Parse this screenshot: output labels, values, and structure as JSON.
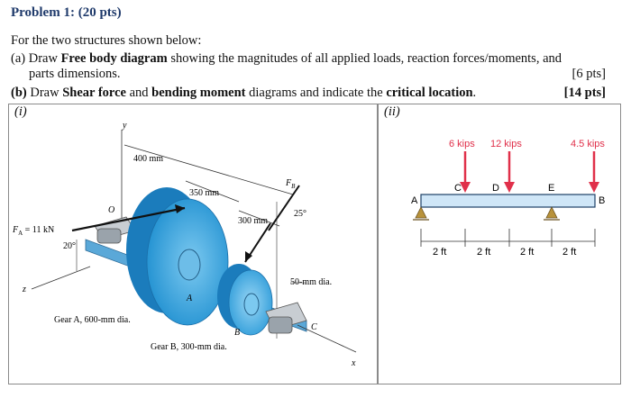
{
  "header": {
    "title": "Problem 1: (20 pts)"
  },
  "intro": "For the two structures shown below:",
  "part_a": {
    "label": "(a)",
    "pre": "Draw ",
    "bold": "Free body diagram",
    "rest": " showing the magnitudes of all applied loads, reaction forces/moments, and",
    "line2": "parts dimensions.",
    "points": "[6 pts]"
  },
  "part_b": {
    "label": "(b)",
    "pre": " Draw ",
    "bold1": "Shear force",
    "mid": " and ",
    "bold2": "bending moment",
    "mid2": " diagrams and indicate the ",
    "bold3": "critical location",
    "end": ".",
    "points": "[14 pts]"
  },
  "figure_i": {
    "label": "(i)",
    "labels": {
      "y": "y",
      "dim_400": "400 mm",
      "dim_350": "350 mm",
      "dim_300": "300 mm",
      "fb": "F",
      "fb_sub": "B",
      "angle_25": "25°",
      "o": "O",
      "fa": "F",
      "fa_sub": "A",
      "fa_value": " = 11 kN",
      "angle_20": "20°",
      "z": "z",
      "dia_50": "50-mm dia.",
      "a": "A",
      "b": "B",
      "c": "C",
      "gear_a": "Gear A, 600-mm dia.",
      "gear_b": "Gear B, 300-mm dia.",
      "x": "x"
    }
  },
  "figure_ii": {
    "label": "(ii)",
    "loads": [
      "6 kips",
      "12 kips",
      "4.5 kips"
    ],
    "points": [
      "A",
      "C",
      "D",
      "E",
      "B"
    ],
    "spans": [
      "2 ft",
      "2 ft",
      "2 ft",
      "2 ft"
    ],
    "colors": {
      "load": "#e0304a",
      "beam_fill": "#cfe6f7",
      "beam_stroke": "#1d3f66",
      "support": "#b8923a"
    }
  }
}
